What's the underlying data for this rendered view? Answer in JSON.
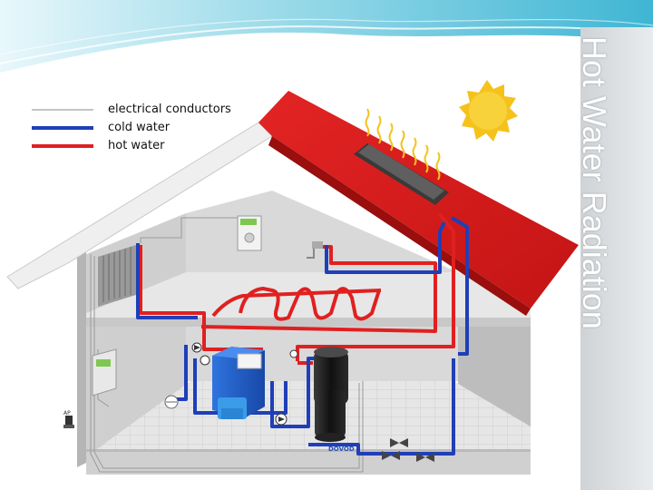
{
  "slide": {
    "title": "Hot Water Radiation"
  },
  "legend": {
    "items": [
      {
        "label": "electrical conductors",
        "color": "#8a8a8a"
      },
      {
        "label": "cold water",
        "color": "#1f3fb8"
      },
      {
        "label": "hot water",
        "color": "#e02020"
      }
    ]
  },
  "diagram": {
    "labels": {
      "dovod": "DOVOD",
      "ap": "AP"
    },
    "colors": {
      "roof": "#d81e1e",
      "wall": "#dcdcdc",
      "boiler": "#1e5fc8",
      "tank": "#1a1a1a",
      "sun": "#f5c21c",
      "banner": "#7fd3e6"
    }
  }
}
